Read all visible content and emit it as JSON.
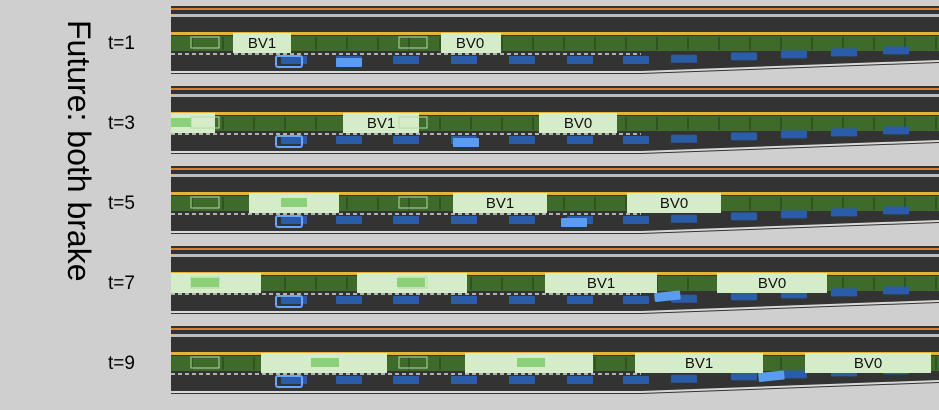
{
  "title": "Future: both brake",
  "colors": {
    "road": "#333333",
    "lane_line_yellow": "#e8b13a",
    "edge_orange": "#e07b2a",
    "highlight_band": "#d5ecc8",
    "dark_green_band": "#3e6b2a",
    "blue_vehicle": "#2a5ca8",
    "light_blue_vehicle": "#5a9cf0",
    "green_vehicle": "#8cd07a"
  },
  "panels": [
    {
      "time_label": "t=1",
      "bv1_label": "BV1",
      "bv0_label": "BV0"
    },
    {
      "time_label": "t=3",
      "bv1_label": "BV1",
      "bv0_label": "BV0"
    },
    {
      "time_label": "t=5",
      "bv1_label": "BV1",
      "bv0_label": "BV0"
    },
    {
      "time_label": "t=7",
      "bv1_label": "BV1",
      "bv0_label": "BV0"
    },
    {
      "time_label": "t=9",
      "bv1_label": "BV1",
      "bv0_label": "BV0"
    }
  ]
}
